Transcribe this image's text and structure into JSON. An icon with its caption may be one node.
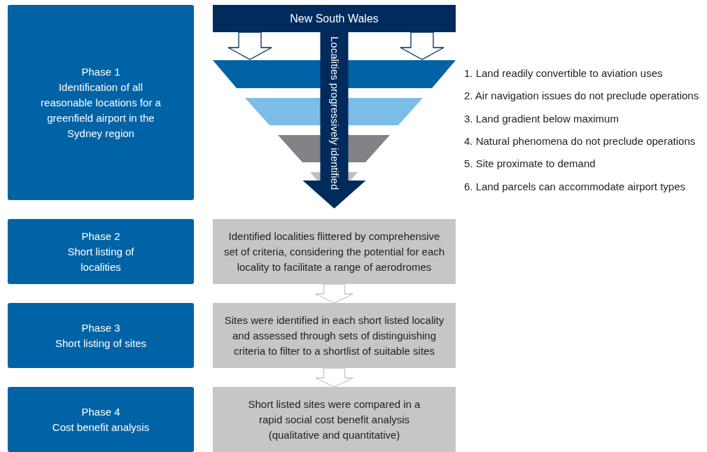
{
  "diagram": {
    "nodes": [
      {
        "text": [
          "Phase 1",
          "Identification of all reasonable locations for a greenfield airport in the Sydney region"
        ]
      },
      {
        "text": [
          "Phase 2",
          "Short listing of localities"
        ]
      },
      {
        "text": [
          "Phase 3",
          "Short listing of sites"
        ]
      },
      {
        "text": [
          "Phase 4",
          "Cost benefit analysis"
        ]
      },
      {
        "text": [
          "New South Wales"
        ]
      },
      {
        "text": [],
        "shape": "trapezoid"
      },
      {
        "text": [],
        "shape": "trapezoid"
      },
      {
        "text": [],
        "shape": "trapezoid"
      },
      {
        "text": [],
        "shape": "trapezoid"
      },
      {
        "text": [
          "Identified localities flittered by comprehensive set of criteria, considering the potential for each locality to facilitate a range of aerodromes"
        ]
      },
      {
        "text": [
          "Sites were identified in each short listed locality and assessed through sets of distinguishing criteria to filter to a shortlist of suitable sites"
        ]
      },
      {
        "text": [
          "Short listed sites were compared in a rapid social cost benefit analysis (qualitative and quantitative)"
        ]
      }
    ],
    "edges": [
      {
        "from": 4,
        "to": 5,
        "arrow": "to"
      },
      {
        "from": 4,
        "to": 5,
        "arrow": "to"
      },
      {
        "from": 4,
        "to": null,
        "arrow": "to",
        "label": "Localities progressively identified",
        "style": "thick"
      },
      {
        "from": 9,
        "to": 10,
        "arrow": "to"
      },
      {
        "from": 10,
        "to": 11,
        "arrow": "to"
      }
    ],
    "labels": [
      "1. Land readily convertible to aviation uses",
      "2. Air navigation issues do not preclude operations",
      "3. Land gradient below maximum",
      "4. Natural phenomena do not preclude operations",
      "5. Site proximate to demand",
      "6. Land parcels can accommodate airport types"
    ]
  }
}
